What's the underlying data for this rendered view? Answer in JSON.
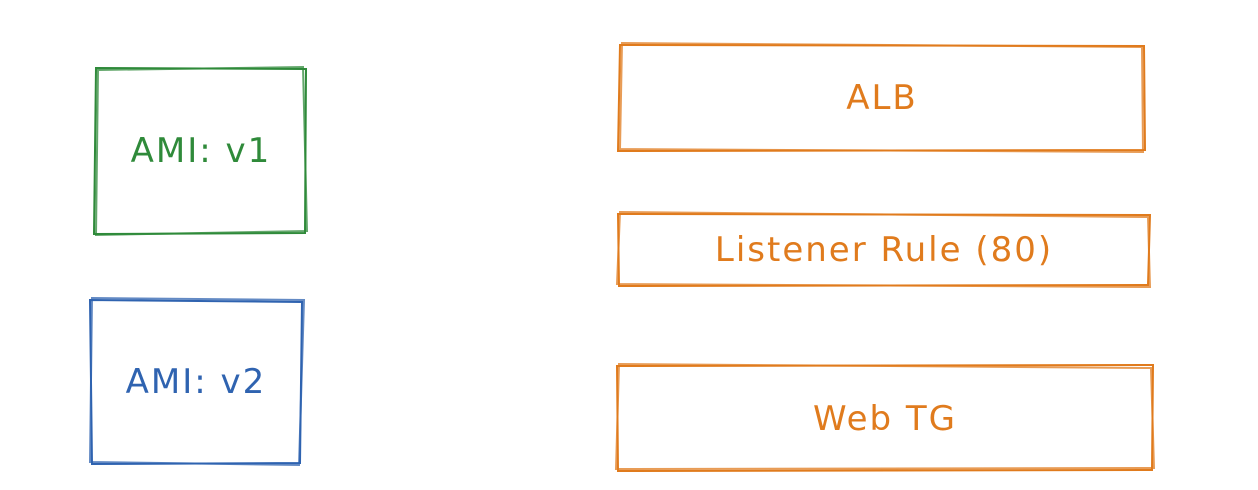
{
  "boxes": {
    "ami_v1": {
      "label": "AMI: v1",
      "color": "#2f8a3a"
    },
    "ami_v2": {
      "label": "AMI: v2",
      "color": "#2f63b0"
    },
    "alb": {
      "label": "ALB",
      "color": "#e07b1d"
    },
    "listener_rule": {
      "label": "Listener Rule (80)",
      "color": "#e07b1d"
    },
    "web_tg": {
      "label": "Web TG",
      "color": "#e07b1d"
    }
  }
}
